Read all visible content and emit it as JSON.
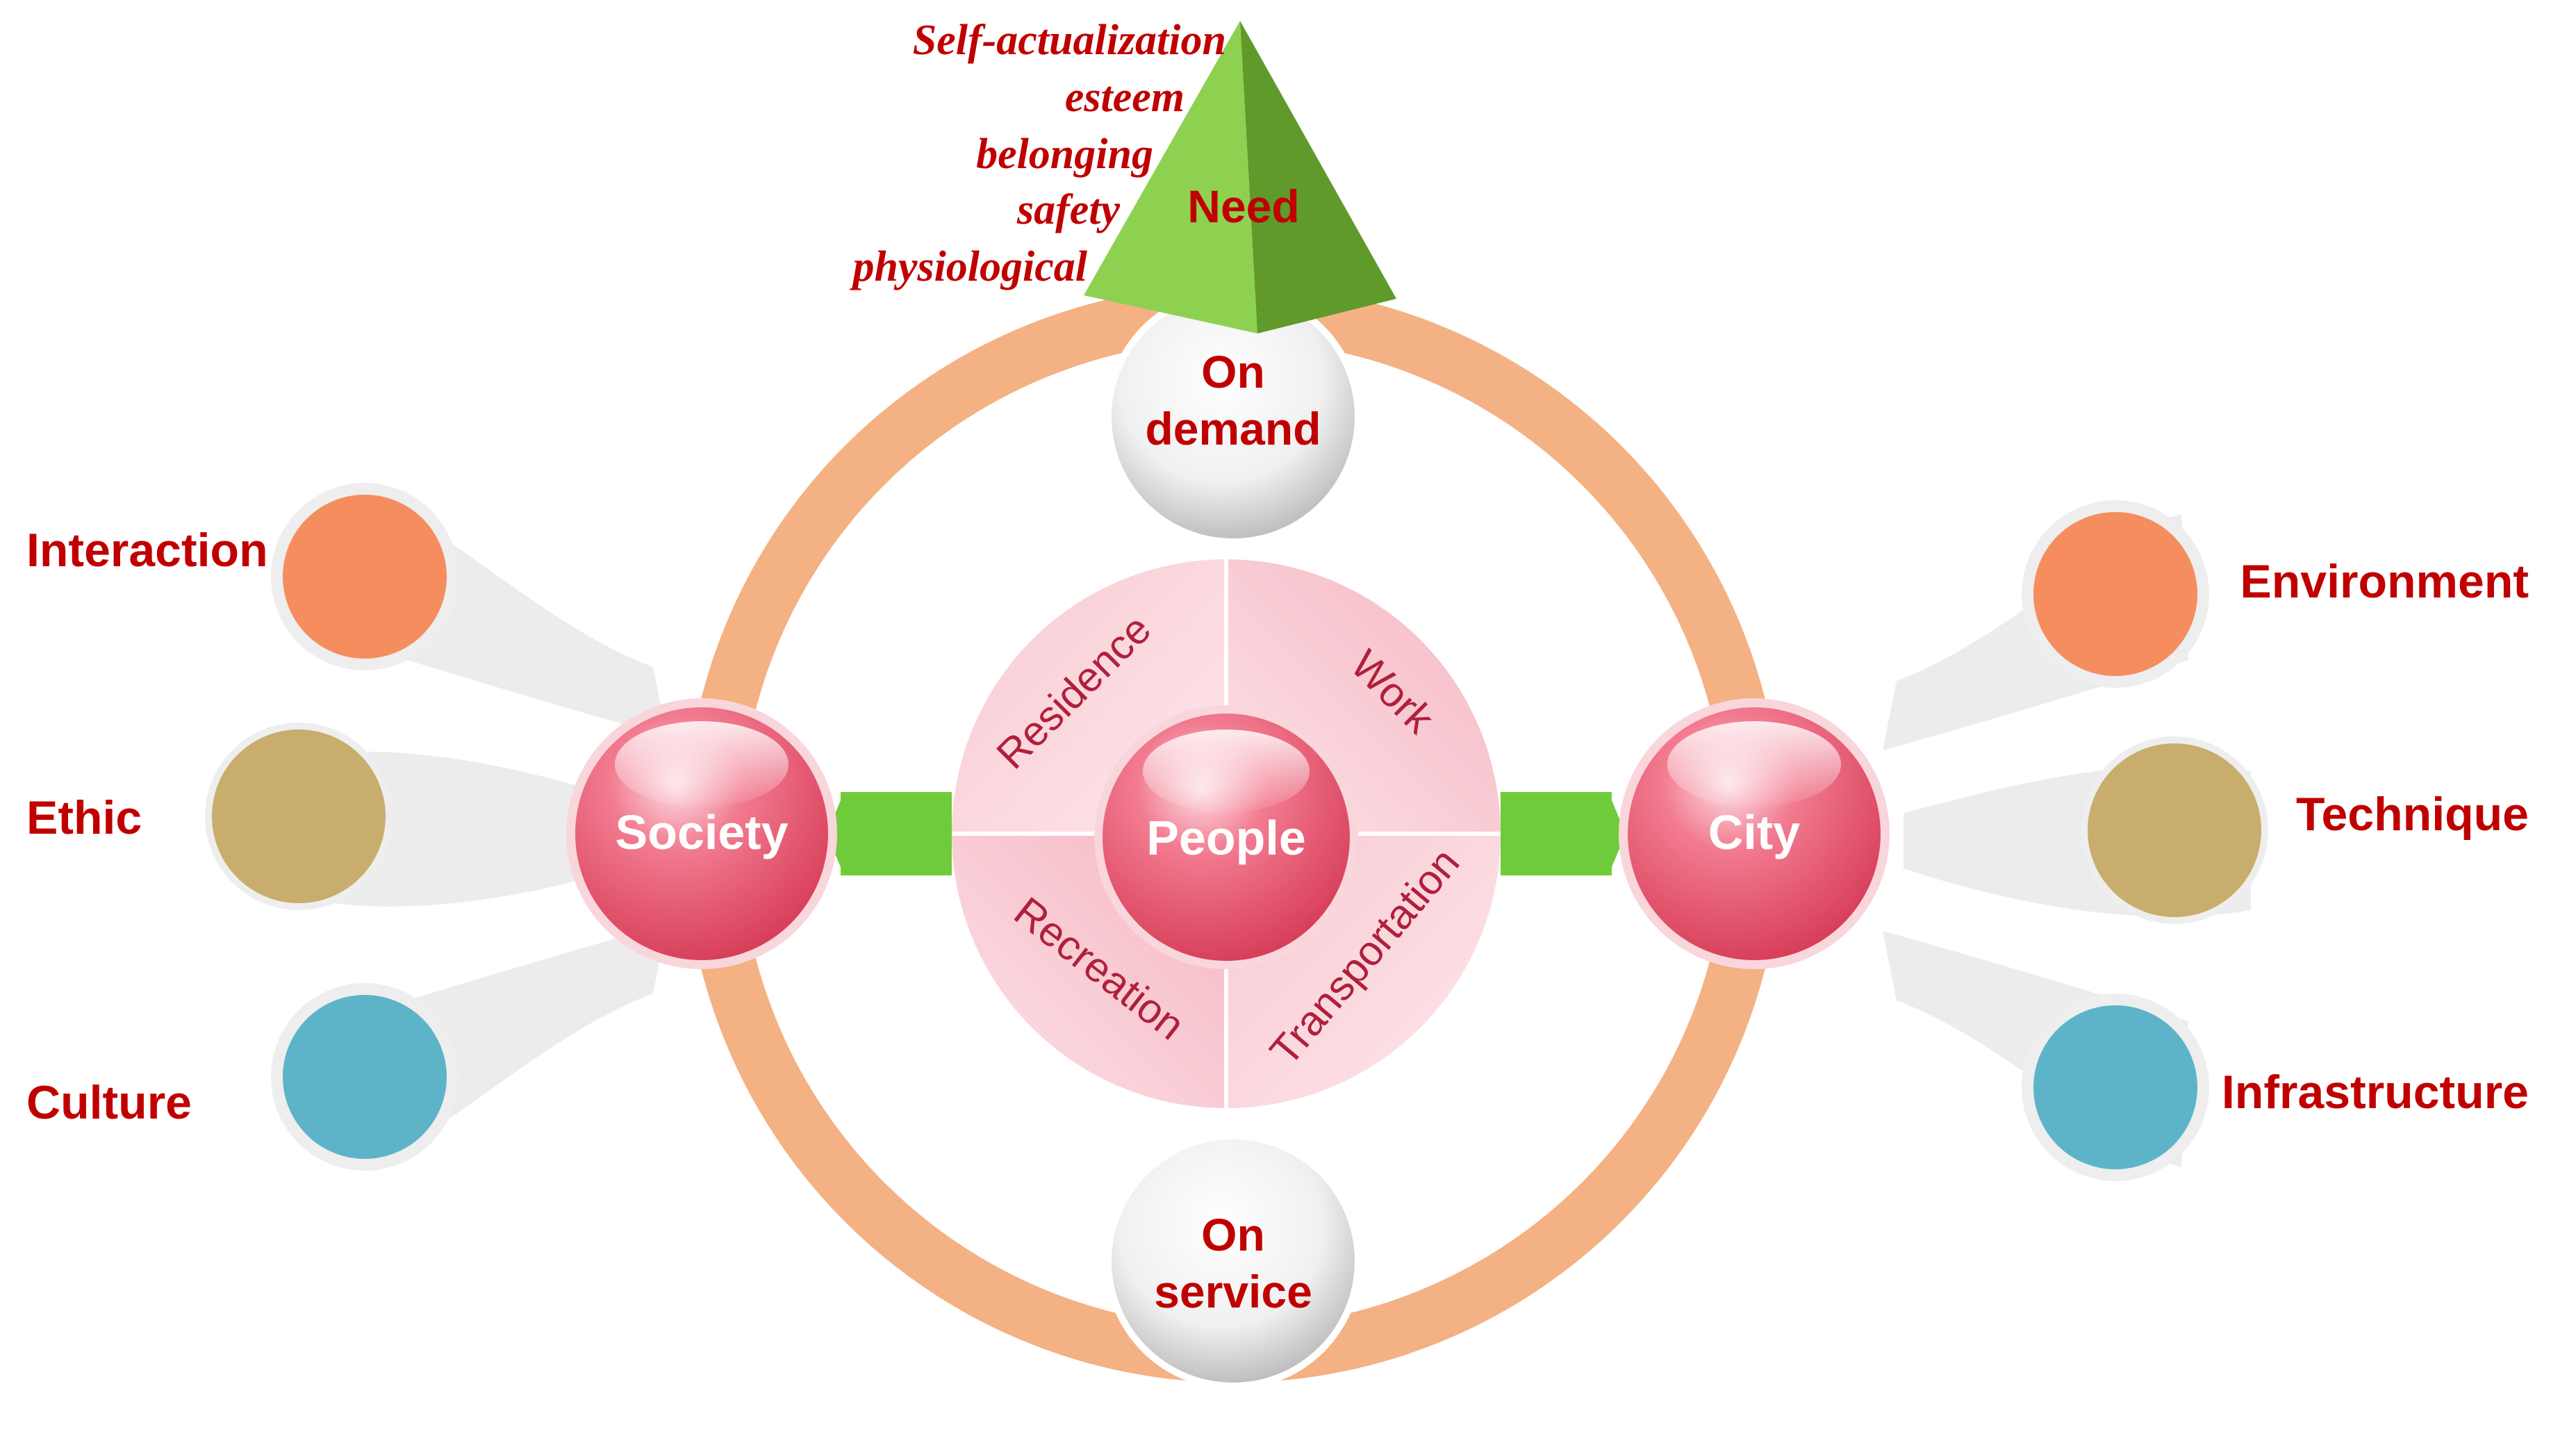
{
  "pyramid": {
    "title": "Need",
    "levels": [
      "Self-actualization",
      "esteem",
      "belonging",
      "safety",
      "physiological"
    ]
  },
  "ring": {
    "top_node": [
      "On",
      "demand"
    ],
    "bottom_node": [
      "On",
      "service"
    ]
  },
  "center": {
    "label": "People",
    "segments": [
      "Residence",
      "Work",
      "Recreation",
      "Transportation"
    ]
  },
  "left_hub": {
    "label": "Society",
    "branches": [
      "Interaction",
      "Ethic",
      "Culture"
    ]
  },
  "right_hub": {
    "label": "City",
    "branches": [
      "Environment",
      "Technique",
      "Infrastructure"
    ]
  },
  "colors": {
    "ring": "#f4b183",
    "text_red": "#c00000",
    "ball_pink": "#e8506a",
    "arrow_green": "#6fcb3a",
    "pyramid_light": "#8ed151",
    "pyramid_dark": "#5f9a2a",
    "dot_orange": "#f58d5f",
    "dot_tan": "#c8ad6d",
    "dot_blue": "#5db4c8"
  }
}
